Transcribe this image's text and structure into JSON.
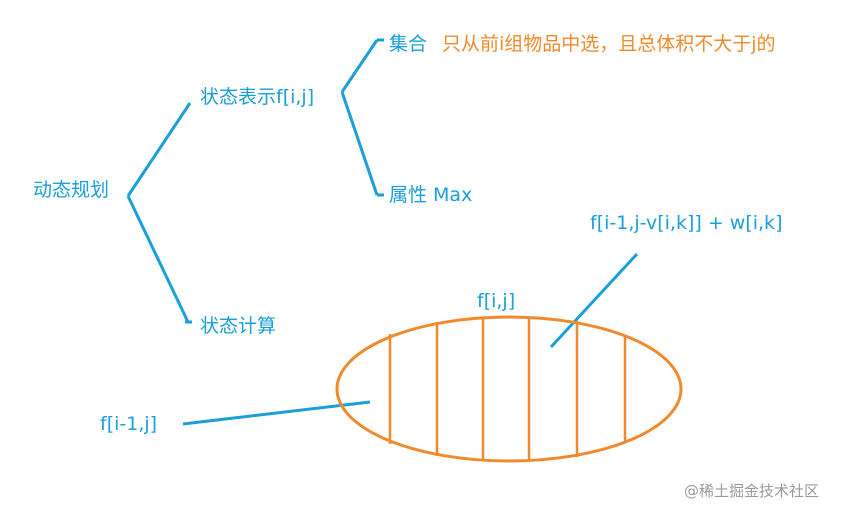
{
  "colors": {
    "blue": "#1a9fd8",
    "orange": "#f08a2c",
    "watermark": "#9a9a9a"
  },
  "root": "动态规划",
  "state_repr": "状态表示f[i,j]",
  "set_label": "集合",
  "set_desc": "只从前i组物品中选，且总体积不大于j的",
  "attr": "属性 Max",
  "state_calc": "状态计算",
  "formula_top": "f[i-1,j-v[i,k]] + w[i,k]",
  "ellipse_label": "f[i,j]",
  "formula_left": "f[i-1,j]",
  "watermark": "@稀土掘金技术社区"
}
